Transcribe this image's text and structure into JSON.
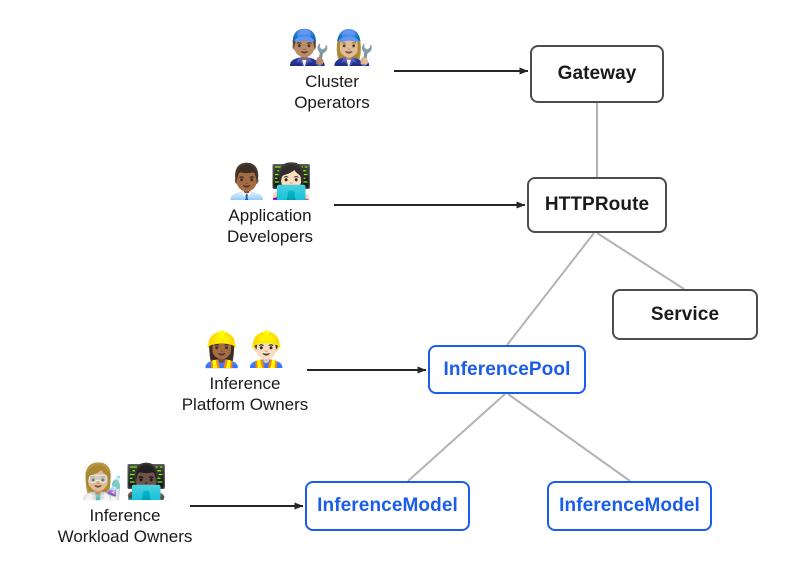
{
  "diagram": {
    "title": "Gateway API Inference Extension roles and resources",
    "background_color": "#ffffff",
    "accent_color": "#1a5ceb",
    "node_border_color": "#4d4d4d",
    "edge_color": "#b3b3b3",
    "arrow_color": "#262626"
  },
  "actors": [
    {
      "id": "cluster-operators",
      "name": "cluster-operators",
      "label": "Cluster\nOperators",
      "emoji": "👨🏽‍🔧👩🏼‍🔧",
      "emoji_names": [
        "man-mechanic-icon",
        "woman-mechanic-icon"
      ]
    },
    {
      "id": "application-developers",
      "name": "application-developers",
      "label": "Application\nDevelopers",
      "emoji": "👨🏾‍💼👩🏻‍💻",
      "emoji_names": [
        "man-office-worker-icon",
        "woman-technologist-icon"
      ]
    },
    {
      "id": "inference-platform-owners",
      "name": "inference-platform-owners",
      "label": "Inference\nPlatform Owners",
      "emoji": "👷🏾‍♀️👷🏻‍♂️",
      "emoji_names": [
        "woman-construction-worker-icon",
        "man-construction-worker-icon"
      ]
    },
    {
      "id": "inference-workload-owners",
      "name": "inference-workload-owners",
      "label": "Inference\nWorkload Owners",
      "emoji": "👩🏼‍🔬👨🏿‍💻",
      "emoji_names": [
        "woman-scientist-icon",
        "man-technologist-icon"
      ]
    }
  ],
  "nodes": [
    {
      "id": "gateway",
      "label": "Gateway",
      "style": "plain"
    },
    {
      "id": "httproute",
      "label": "HTTPRoute",
      "style": "plain"
    },
    {
      "id": "service",
      "label": "Service",
      "style": "plain"
    },
    {
      "id": "inferencepool",
      "label": "InferencePool",
      "style": "accent"
    },
    {
      "id": "inferencemodel-left",
      "label": "InferenceModel",
      "style": "accent"
    },
    {
      "id": "inferencemodel-right",
      "label": "InferenceModel",
      "style": "accent"
    }
  ],
  "edges": [
    {
      "from": "gateway",
      "to": "httproute",
      "kind": "link"
    },
    {
      "from": "httproute",
      "to": "service",
      "kind": "link"
    },
    {
      "from": "httproute",
      "to": "inferencepool",
      "kind": "link"
    },
    {
      "from": "inferencepool",
      "to": "inferencemodel-left",
      "kind": "link"
    },
    {
      "from": "inferencepool",
      "to": "inferencemodel-right",
      "kind": "link"
    },
    {
      "from": "cluster-operators",
      "to": "gateway",
      "kind": "arrow"
    },
    {
      "from": "application-developers",
      "to": "httproute",
      "kind": "arrow"
    },
    {
      "from": "inference-platform-owners",
      "to": "inferencepool",
      "kind": "arrow"
    },
    {
      "from": "inference-workload-owners",
      "to": "inferencemodel-left",
      "kind": "arrow"
    }
  ]
}
